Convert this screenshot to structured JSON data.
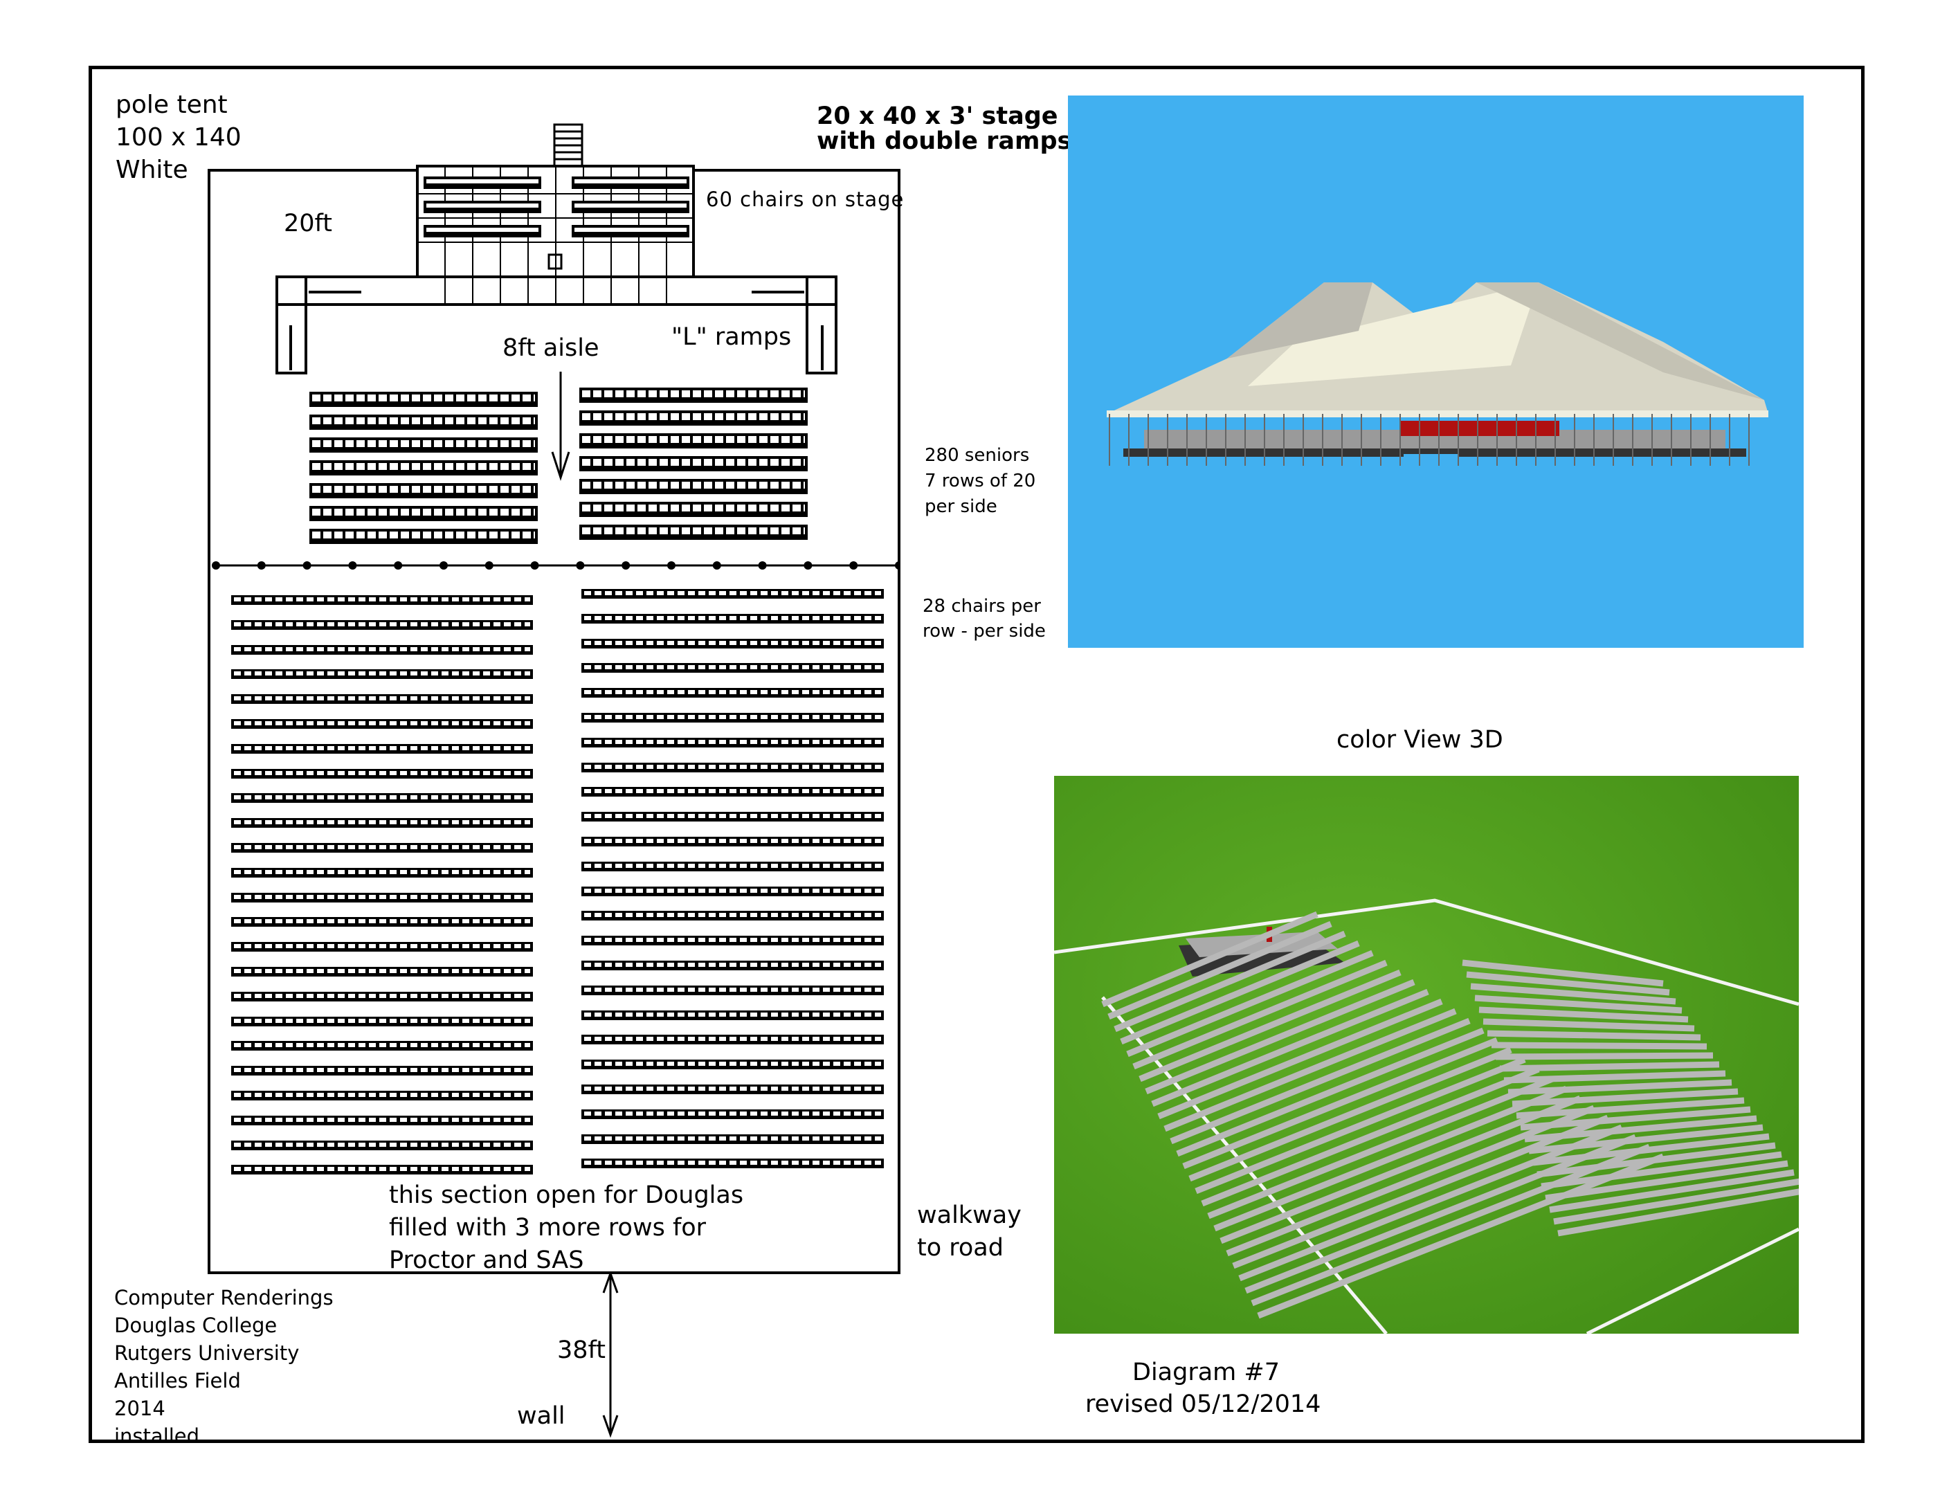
{
  "tent_info": {
    "line1": "pole tent",
    "line2": "100 x 140",
    "line3": "White"
  },
  "stage": {
    "title1": "20 x 40 x 3' stage",
    "title2": "with double ramps",
    "chairs_label": "60 chairs on stage",
    "depth_label": "20ft",
    "ramps_label": "\"L\" ramps",
    "aisle_label": "8ft aisle"
  },
  "seniors": {
    "line1": "280 seniors",
    "line2": "7 rows of 20",
    "line3": "per side",
    "rows_per_side": 7
  },
  "lower": {
    "line1": "28 chairs per",
    "line2": "row - per side",
    "rows_per_side": 24
  },
  "open_section": {
    "line1": "this section open for Douglas",
    "line2": "filled with 3 more rows for",
    "line3": "Proctor and SAS"
  },
  "walkway": {
    "line1": "walkway",
    "line2": "to road"
  },
  "distance": {
    "label": "38ft",
    "wall": "wall"
  },
  "credits": [
    "Computer Renderings",
    "Douglas College",
    "Rutgers University",
    "Antilles Field",
    "2014",
    "installed"
  ],
  "view_label": "color View 3D",
  "diagram": {
    "title": "Diagram #7",
    "revised": "revised 05/12/2014"
  },
  "colors": {
    "sky": "#41b0f0",
    "grass": "#4f9a1e",
    "tent": "#e8e6d8",
    "stage_red": "#b01010"
  }
}
